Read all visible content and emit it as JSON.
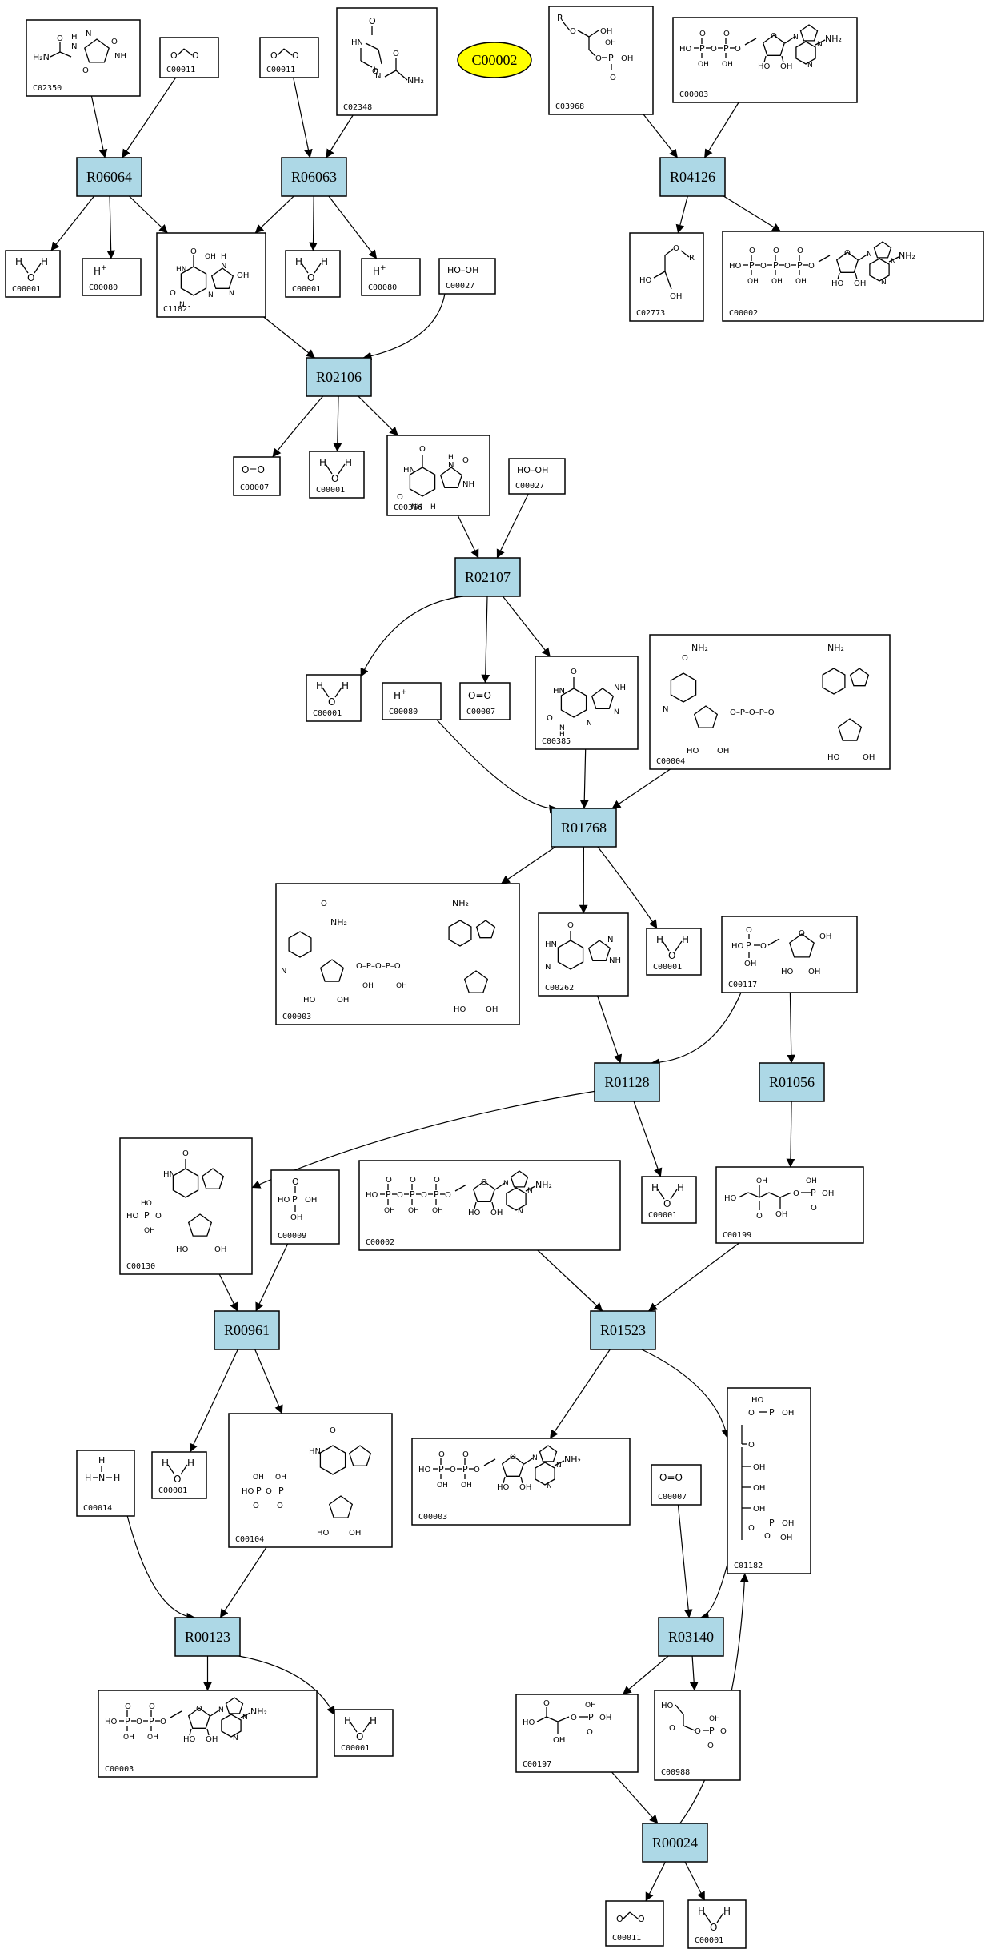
{
  "highlight": {
    "id": "C00002"
  },
  "compounds": {
    "c02350": {
      "id": "C02350",
      "formula": "H2N-CO-NH-C(=O)NH-CO (allantoin)"
    },
    "c00011a": {
      "id": "C00011",
      "formula": "O=C=O"
    },
    "c00011b": {
      "id": "C00011",
      "formula": "O=C=O"
    },
    "c02348": {
      "id": "C02348",
      "formula": "HN-CHO / NH-CO-NH2"
    },
    "c03968": {
      "id": "C03968",
      "formula": "R-O / OH / O-P(O)(OH)OH"
    },
    "c00003a": {
      "id": "C00003",
      "formula": "HO-P-O-P-O-ribose-adenine NH2"
    },
    "c00001a": {
      "id": "C00001",
      "formula": "H-O-H"
    },
    "c00080a": {
      "id": "C00080",
      "formula": "H+"
    },
    "c11821": {
      "id": "C11821",
      "formula": "5-hydroxyisourate OH, NH, OH"
    },
    "c00001b": {
      "id": "C00001",
      "formula": "H-O-H"
    },
    "c00080b": {
      "id": "C00080",
      "formula": "H+"
    },
    "c00027a": {
      "id": "C00027",
      "formula": "HO-OH"
    },
    "c02773": {
      "id": "C02773",
      "formula": "HO / O-R / OH"
    },
    "c00002a": {
      "id": "C00002",
      "formula": "HO-P-O-P-O-P-O-ribose-adenine NH2"
    },
    "c00007a": {
      "id": "C00007",
      "formula": "O=O"
    },
    "c00001c": {
      "id": "C00001",
      "formula": "H-O-H"
    },
    "c00366": {
      "id": "C00366",
      "formula": "urate O, NH, O"
    },
    "c00027b": {
      "id": "C00027",
      "formula": "HO-OH"
    },
    "c00001d": {
      "id": "C00001",
      "formula": "H-O-H"
    },
    "c00080c": {
      "id": "C00080",
      "formula": "H+"
    },
    "c00007b": {
      "id": "C00007",
      "formula": "O=O"
    },
    "c00385": {
      "id": "C00385",
      "formula": "xanthine O, NH"
    },
    "c00004": {
      "id": "C00004",
      "formula": "NADH NH2"
    },
    "c00003b": {
      "id": "C00003",
      "formula": "NAD+ NH2, NH2"
    },
    "c00262": {
      "id": "C00262",
      "formula": "hypoxanthine O, NH"
    },
    "c00001e": {
      "id": "C00001",
      "formula": "H-O-H"
    },
    "c00117": {
      "id": "C00117",
      "formula": "HO-P-O-ribose-OH"
    },
    "c00130": {
      "id": "C00130",
      "formula": "IMP HO-P-OH"
    },
    "c00009": {
      "id": "C00009",
      "formula": "HO-P(OH)OH"
    },
    "c00002b": {
      "id": "C00002",
      "formula": "HO-P-O-P-O-P-O-ribose-adenine NH2"
    },
    "c00001f": {
      "id": "C00001",
      "formula": "H-O-H"
    },
    "c00199": {
      "id": "C00199",
      "formula": "HO / OH / O / OH / O-P(OH)OH"
    },
    "c00014": {
      "id": "C00014",
      "formula": "H-N-H / H"
    },
    "c00001g": {
      "id": "C00001",
      "formula": "H-O-H"
    },
    "c00104": {
      "id": "C00104",
      "formula": "IDP HO-P-O-P-OH"
    },
    "c00003c": {
      "id": "C00003",
      "formula": "HO-P-O-P-O-ribose-adenine NH2"
    },
    "c00007c": {
      "id": "C00007",
      "formula": "O=O"
    },
    "c01182": {
      "id": "C01182",
      "formula": "RuBP HO-P-OH / O / OH / OH / O-P-OH"
    },
    "c00003d": {
      "id": "C00003",
      "formula": "HO-P-O-P-O-ribose-adenine NH2"
    },
    "c00001h": {
      "id": "C00001",
      "formula": "H-O-H"
    },
    "c00197": {
      "id": "C00197",
      "formula": "HO / OH / O-P(OH)OH"
    },
    "c00988": {
      "id": "C00988",
      "formula": "HO / O-P(OH)OH"
    },
    "c00011c": {
      "id": "C00011",
      "formula": "O=C=O"
    },
    "c00001i": {
      "id": "C00001",
      "formula": "H-O-H"
    }
  },
  "reactions": {
    "r06064": {
      "id": "R06064"
    },
    "r06063": {
      "id": "R06063"
    },
    "r04126": {
      "id": "R04126"
    },
    "r02106": {
      "id": "R02106"
    },
    "r02107": {
      "id": "R02107"
    },
    "r01768": {
      "id": "R01768"
    },
    "r01128": {
      "id": "R01128"
    },
    "r01056": {
      "id": "R01056"
    },
    "r00961": {
      "id": "R00961"
    },
    "r01523": {
      "id": "R01523"
    },
    "r00123": {
      "id": "R00123"
    },
    "r03140": {
      "id": "R03140"
    },
    "r00024": {
      "id": "R00024"
    }
  },
  "edges": [
    [
      "c02350",
      "r06064"
    ],
    [
      "c00011a",
      "r06064"
    ],
    [
      "r06064",
      "c00001a"
    ],
    [
      "r06064",
      "c00080a"
    ],
    [
      "r06064",
      "c11821"
    ],
    [
      "c00011b",
      "r06063"
    ],
    [
      "c02348",
      "r06063"
    ],
    [
      "r06063",
      "c11821"
    ],
    [
      "r06063",
      "c00001b"
    ],
    [
      "r06063",
      "c00080b"
    ],
    [
      "c03968",
      "r04126"
    ],
    [
      "c00003a",
      "r04126"
    ],
    [
      "r04126",
      "c02773"
    ],
    [
      "r04126",
      "c00002a"
    ],
    [
      "c11821",
      "r02106"
    ],
    [
      "c00027a",
      "r02106"
    ],
    [
      "r02106",
      "c00007a"
    ],
    [
      "r02106",
      "c00001c"
    ],
    [
      "r02106",
      "c00366"
    ],
    [
      "c00366",
      "r02107"
    ],
    [
      "c00027b",
      "r02107"
    ],
    [
      "r02107",
      "c00001d"
    ],
    [
      "r02107",
      "c00007b"
    ],
    [
      "r02107",
      "c00385"
    ],
    [
      "c00080c",
      "r01768"
    ],
    [
      "c00385",
      "r01768"
    ],
    [
      "c00004",
      "r01768"
    ],
    [
      "r01768",
      "c00003b"
    ],
    [
      "r01768",
      "c00262"
    ],
    [
      "r01768",
      "c00001e"
    ],
    [
      "c00262",
      "r01128"
    ],
    [
      "c00117",
      "r01128"
    ],
    [
      "c00117",
      "r01056"
    ],
    [
      "r01128",
      "c00130"
    ],
    [
      "r01128",
      "c00001f"
    ],
    [
      "r01056",
      "c00199"
    ],
    [
      "c00130",
      "r00961"
    ],
    [
      "c00009",
      "r00961"
    ],
    [
      "r00961",
      "c00001g"
    ],
    [
      "r00961",
      "c00104"
    ],
    [
      "c00002b",
      "r01523"
    ],
    [
      "c00199",
      "r01523"
    ],
    [
      "r01523",
      "c00003d"
    ],
    [
      "r01523",
      "c01182"
    ],
    [
      "c00014",
      "r00123"
    ],
    [
      "c00104",
      "r00123"
    ],
    [
      "r00123",
      "c00003c"
    ],
    [
      "r00123",
      "c00001h"
    ],
    [
      "c00007c",
      "r03140"
    ],
    [
      "c01182",
      "r03140"
    ],
    [
      "r03140",
      "c00197"
    ],
    [
      "r03140",
      "c00988"
    ],
    [
      "c00197",
      "r00024"
    ],
    [
      "r00024",
      "c01182"
    ],
    [
      "r00024",
      "c00011c"
    ],
    [
      "r00024",
      "c00001i"
    ]
  ]
}
